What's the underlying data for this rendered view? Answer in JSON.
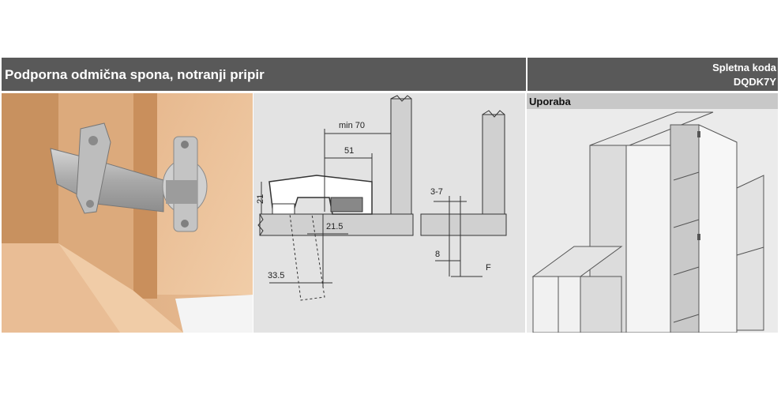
{
  "header": {
    "title": "Podporna odmična spona, notranji pripir",
    "code_label": "Spletna koda",
    "code_value": "DQDK7Y"
  },
  "usage": {
    "label": "Uporaba"
  },
  "drawing": {
    "dim_min70": "min 70",
    "dim_51": "51",
    "dim_21": "21",
    "dim_21_5": "21.5",
    "dim_33_5": "33.5",
    "dim_3_7": "3-7",
    "dim_8": "8",
    "dim_F": "F"
  },
  "colors": {
    "header_bg": "#595959",
    "header_text": "#ffffff",
    "usage_header_bg": "#c8c8c8"
  }
}
